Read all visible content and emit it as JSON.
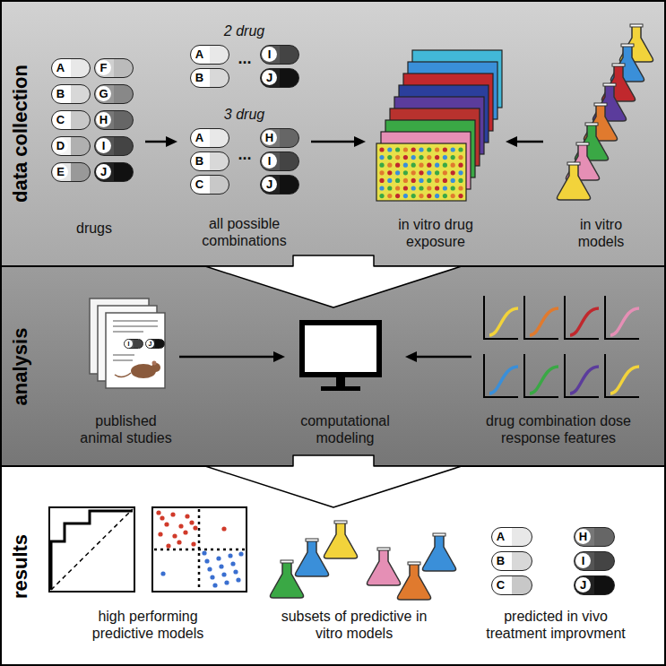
{
  "diagram": {
    "nodes": [
      {
        "text": [
          "data collection"
        ]
      },
      {
        "text": [
          "drugs"
        ],
        "in": 0
      },
      {
        "text": [
          "A"
        ],
        "in": 1
      },
      {
        "text": [
          "B"
        ],
        "in": 1
      },
      {
        "text": [
          "C"
        ],
        "in": 1
      },
      {
        "text": [
          "D"
        ],
        "in": 1
      },
      {
        "text": [
          "E"
        ],
        "in": 1
      },
      {
        "text": [
          "F"
        ],
        "in": 1
      },
      {
        "text": [
          "G"
        ],
        "in": 1
      },
      {
        "text": [
          "H"
        ],
        "in": 1
      },
      {
        "text": [
          "I"
        ],
        "in": 1
      },
      {
        "text": [
          "J"
        ],
        "in": 1
      },
      {
        "text": [
          "2 drug",
          "...",
          "3 drug",
          "...",
          "all possible combinations"
        ],
        "in": 0
      },
      {
        "text": [
          "A"
        ],
        "in": 12
      },
      {
        "text": [
          "B"
        ],
        "in": 12
      },
      {
        "text": [
          "I"
        ],
        "in": 12
      },
      {
        "text": [
          "J"
        ],
        "in": 12
      },
      {
        "text": [
          "A"
        ],
        "in": 12
      },
      {
        "text": [
          "B"
        ],
        "in": 12
      },
      {
        "text": [
          "C"
        ],
        "in": 12
      },
      {
        "text": [
          "H"
        ],
        "in": 12
      },
      {
        "text": [
          "I"
        ],
        "in": 12
      },
      {
        "text": [
          "J"
        ],
        "in": 12
      },
      {
        "text": [
          "in vitro drug exposure"
        ],
        "in": 0
      },
      {
        "text": [
          "in vitro models"
        ],
        "in": 0
      },
      {
        "text": [
          "analysis"
        ]
      },
      {
        "text": [
          "published animal studies"
        ],
        "in": 25
      },
      {
        "text": [
          "I"
        ],
        "in": 26
      },
      {
        "text": [
          "J"
        ],
        "in": 26
      },
      {
        "text": [
          "computational modeling"
        ],
        "in": 25
      },
      {
        "text": [
          "drug combination dose response features"
        ],
        "in": 25
      },
      {
        "text": [
          "results"
        ]
      },
      {
        "text": [
          "high performing predictive models"
        ],
        "in": 31
      },
      {
        "text": [
          "subsets of predictive in vitro models"
        ],
        "in": 31
      },
      {
        "text": [
          "predicted in vivo treatment improvment"
        ],
        "in": 31
      },
      {
        "text": [
          "A"
        ],
        "in": 34
      },
      {
        "text": [
          "B"
        ],
        "in": 34
      },
      {
        "text": [
          "C"
        ],
        "in": 34
      },
      {
        "text": [
          "H"
        ],
        "in": 34
      },
      {
        "text": [
          "I"
        ],
        "in": 34
      },
      {
        "text": [
          "J"
        ],
        "in": 34
      }
    ],
    "edges": [
      {
        "from": 1,
        "to": 12,
        "arrow": "to"
      },
      {
        "from": 12,
        "to": 23,
        "arrow": "to"
      },
      {
        "from": 24,
        "to": 23,
        "arrow": "to"
      },
      {
        "from": 0,
        "to": 25,
        "arrow": "to"
      },
      {
        "from": 26,
        "to": 29,
        "arrow": "to"
      },
      {
        "from": 30,
        "to": 29,
        "arrow": "to"
      },
      {
        "from": 25,
        "to": 31,
        "arrow": "to"
      }
    ]
  }
}
